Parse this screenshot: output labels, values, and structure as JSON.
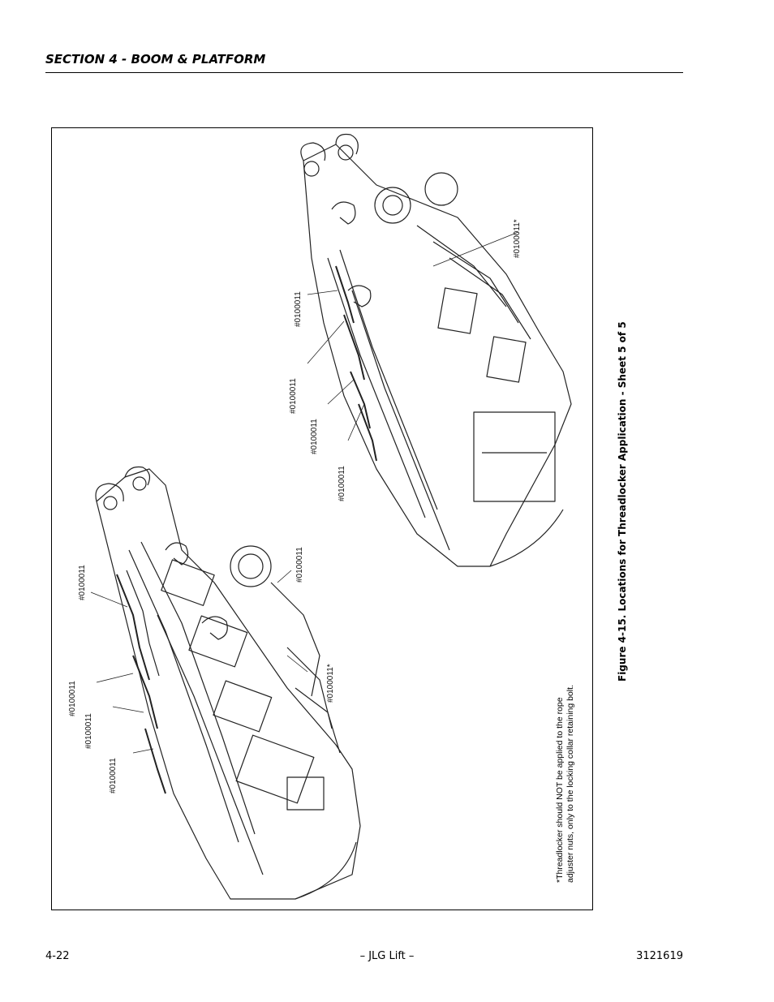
{
  "header": {
    "section_title": "SECTION 4 - BOOM & PLATFORM"
  },
  "figure": {
    "caption": "Figure 4-15.  Locations for Threadlocker Application - Sheet 5 of 5",
    "footnote_line1": "*Threadlocker should NOT be applied to the rope",
    "footnote_line2": "adjuster nuts, only to the locking collar retaining bolt.",
    "callouts": [
      "#0100011",
      "#0100011",
      "#0100011",
      "#0100011",
      "#0100011",
      "#0100011*",
      "#0100011",
      "#0100011",
      "#0100011",
      "#0100011",
      "#0100011*"
    ]
  },
  "footer": {
    "page_number": "4-22",
    "center_text": "– JLG Lift –",
    "doc_number": "3121619"
  }
}
